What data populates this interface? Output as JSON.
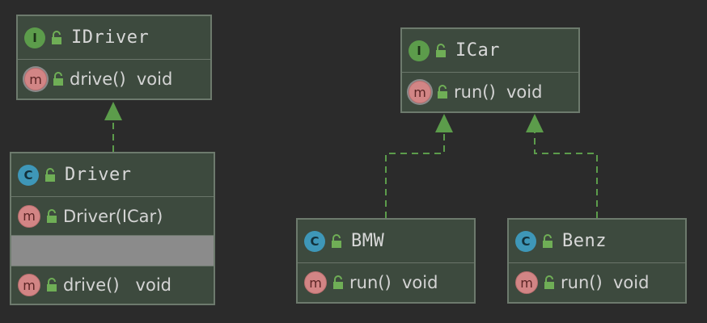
{
  "diagram": {
    "idriver": {
      "name": "IDriver",
      "kind_letter": "I",
      "members": [
        {
          "kind_letter": "m",
          "text": "drive()  void"
        }
      ]
    },
    "icar": {
      "name": "ICar",
      "kind_letter": "I",
      "members": [
        {
          "kind_letter": "m",
          "text": "run()  void"
        }
      ]
    },
    "driver": {
      "name": "Driver",
      "kind_letter": "C",
      "members": [
        {
          "kind_letter": "m",
          "text": "Driver(ICar)"
        },
        {
          "kind_letter": "m",
          "text": "drive()   void"
        }
      ]
    },
    "bmw": {
      "name": "BMW",
      "kind_letter": "C",
      "members": [
        {
          "kind_letter": "m",
          "text": "run()  void"
        }
      ]
    },
    "benz": {
      "name": "Benz",
      "kind_letter": "C",
      "members": [
        {
          "kind_letter": "m",
          "text": "run()  void"
        }
      ]
    },
    "colors": {
      "background": "#2b2b2b",
      "box_fill": "#3d4a3e",
      "box_border": "#6d7a6d",
      "connector": "#5c9c4b",
      "interface_badge": "#5c9c4b",
      "class_badge": "#3e97b8",
      "method_badge": "#d28585",
      "lock": "#6fae56"
    },
    "relationships": [
      {
        "from": "Driver",
        "to": "IDriver",
        "type": "realization"
      },
      {
        "from": "BMW",
        "to": "ICar",
        "type": "realization"
      },
      {
        "from": "Benz",
        "to": "ICar",
        "type": "realization"
      }
    ]
  }
}
